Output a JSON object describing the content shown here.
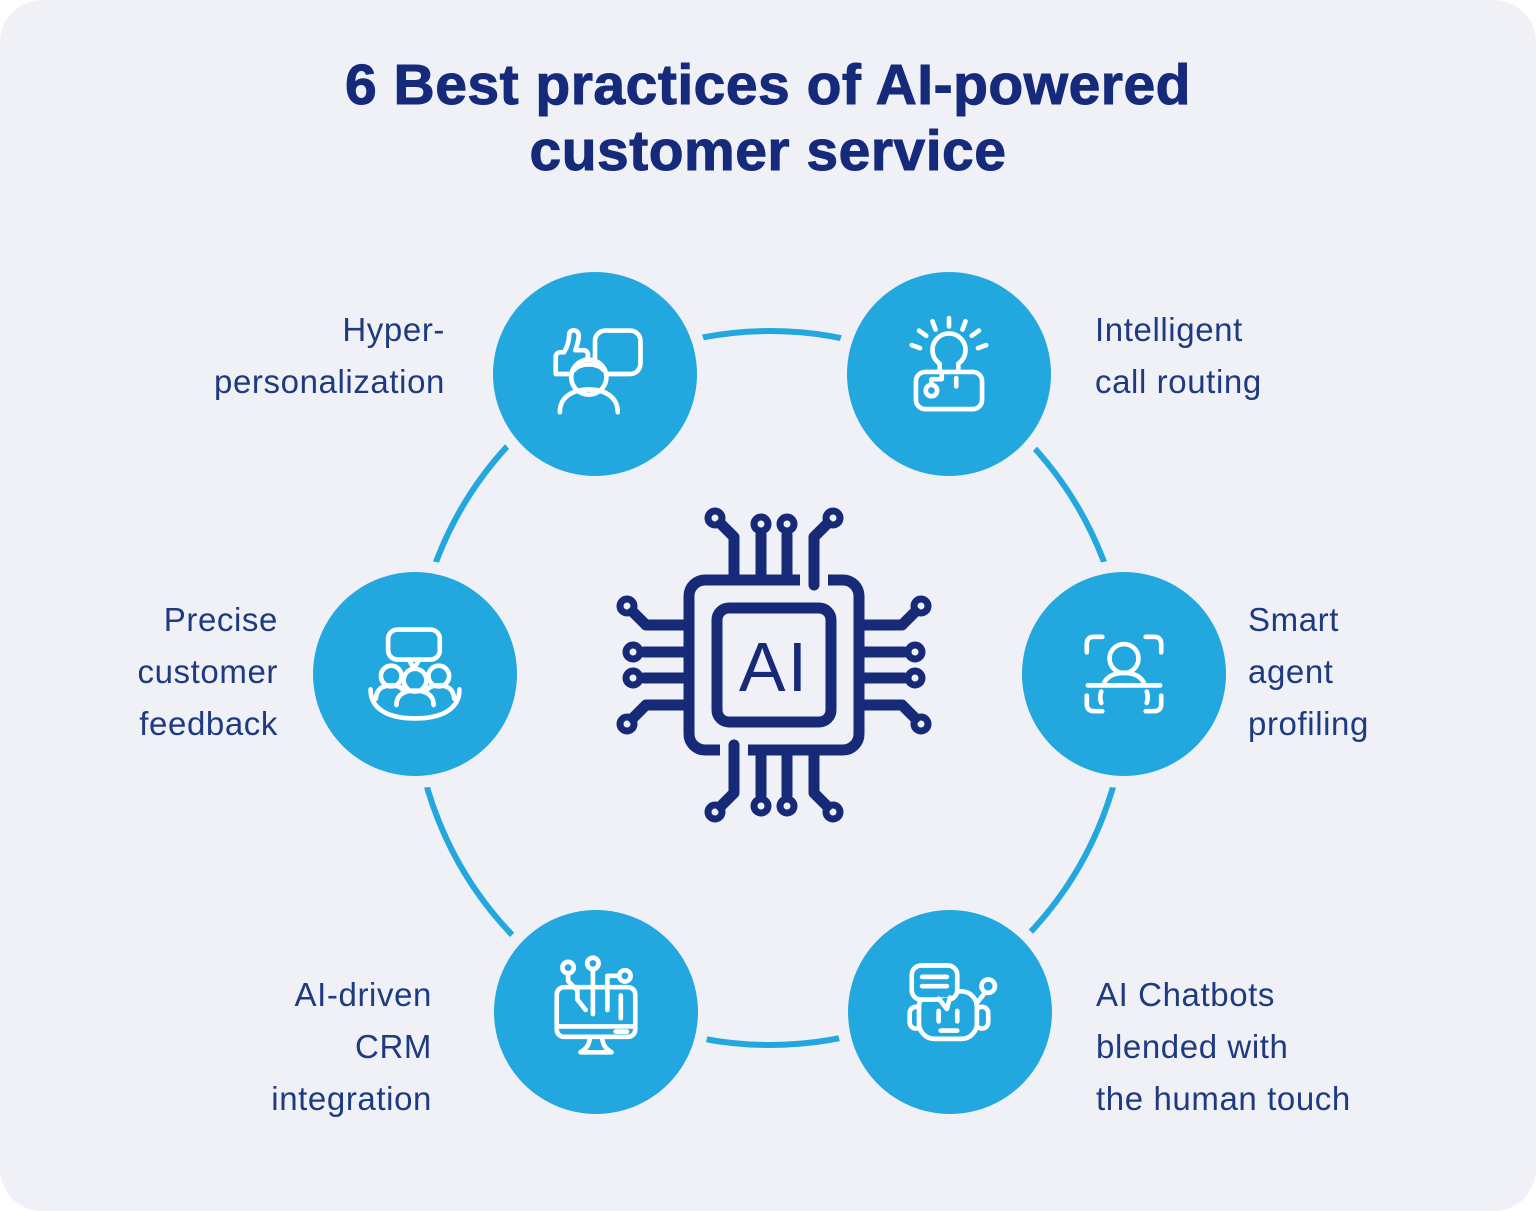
{
  "title": {
    "lines": [
      "6 Best practices of AI-powered",
      "customer service"
    ]
  },
  "center": {
    "chip_label": "AI",
    "icon": "ai-chip-icon"
  },
  "practices": [
    {
      "position": "top-left",
      "icon": "thumbs-up-chat-person-icon",
      "label_lines": [
        "Hyper-",
        "personalization"
      ]
    },
    {
      "position": "top-right",
      "icon": "lightbulb-routing-icon",
      "label_lines": [
        "Intelligent",
        "call routing"
      ]
    },
    {
      "position": "right",
      "icon": "agent-face-scan-icon",
      "label_lines": [
        "Smart",
        "agent",
        "profiling"
      ]
    },
    {
      "position": "bottom-right",
      "icon": "chatbot-robot-icon",
      "label_lines": [
        "AI Chatbots",
        "blended with",
        "the human touch"
      ]
    },
    {
      "position": "bottom-left",
      "icon": "crm-monitor-circuit-icon",
      "label_lines": [
        "AI-driven",
        "CRM",
        "integration"
      ]
    },
    {
      "position": "left",
      "icon": "people-feedback-icon",
      "label_lines": [
        "Precise",
        "customer",
        "feedback"
      ]
    }
  ],
  "colors": {
    "background": "#f0f1f6",
    "accent_blue": "#22a7df",
    "navy_title": "#152a7a",
    "navy_label": "#1e3a80",
    "icon_stroke": "#ffffff"
  }
}
